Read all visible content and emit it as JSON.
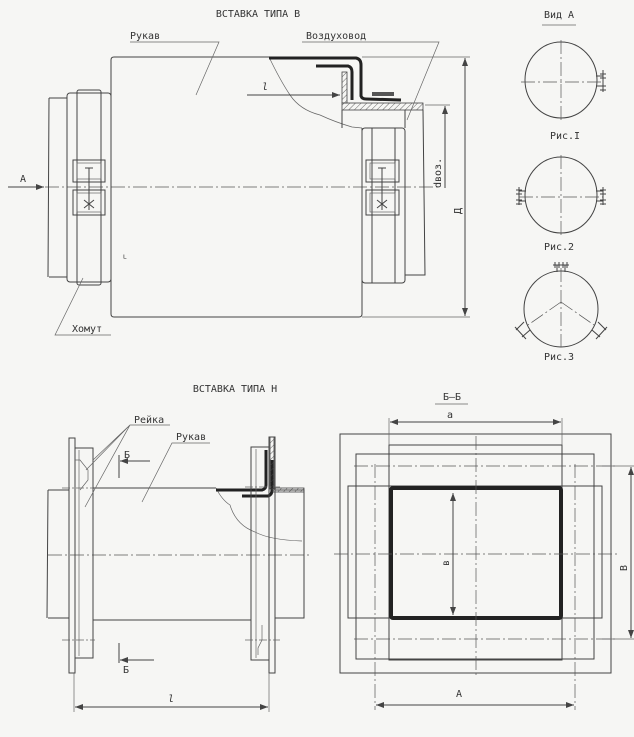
{
  "top": {
    "title": "ВСТАВКА ТИПА В",
    "label_sleeve": "Рукав",
    "label_duct": "Воздуховод",
    "label_clamp": "Хомут",
    "view_arrow": "А",
    "dim_length": "l",
    "dim_duct_diameter": "dвоз.",
    "dim_diameter": "Д"
  },
  "view_a": {
    "title": "Вид А",
    "figures": [
      "Рис.I",
      "Рис.2",
      "Рис.3"
    ]
  },
  "bottom": {
    "title": "ВСТАВКА ТИПА Н",
    "label_rail": "Рейка",
    "label_sleeve": "Рукав",
    "section_mark": "Б",
    "dim_length": "l"
  },
  "section": {
    "title": "Б–Б",
    "dim_a_small": "а",
    "dim_b_small": "в",
    "dim_A": "А",
    "dim_B": "В"
  }
}
